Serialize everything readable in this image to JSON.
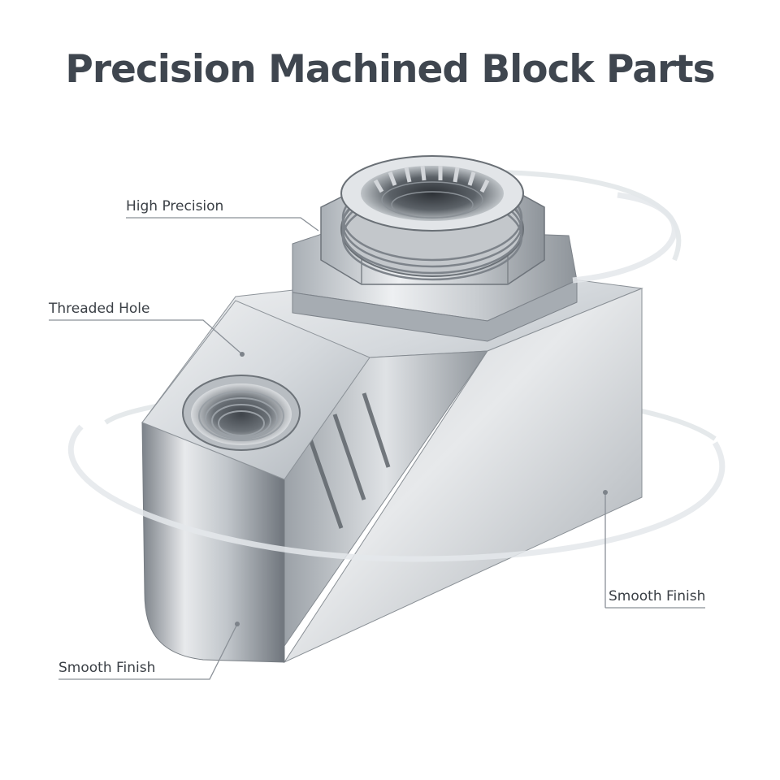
{
  "page": {
    "title": "Precision Machined Block Parts"
  },
  "callouts": {
    "high_precision": "High Precision",
    "threaded_hole": "Threaded Hole",
    "smooth_finish_right": "Smooth Finish",
    "smooth_finish_left": "Smooth Finish"
  },
  "colors": {
    "title": "#3f464f",
    "label": "#3a3f45",
    "leader_line": "#8a9097",
    "metal_light": "#e4e7ea",
    "metal_mid": "#b9bec4",
    "metal_dark": "#6e747b"
  }
}
